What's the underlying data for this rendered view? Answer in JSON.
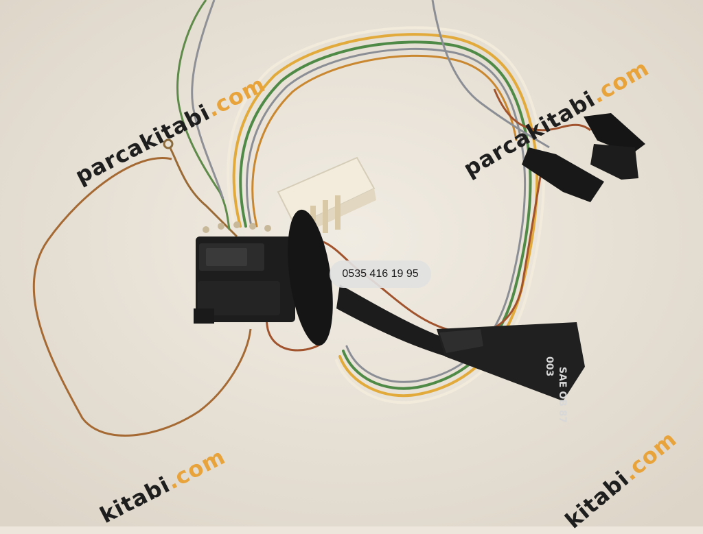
{
  "image": {
    "subject": "turn signal stalk switch with wiring harness",
    "background_color": "#ece6dc"
  },
  "phone_label": {
    "text": "0535 416 19 95"
  },
  "stalk_text": {
    "line1": "SAE OB 87",
    "line2": "003"
  },
  "watermark": {
    "domain": "parcakitabi",
    "tld": ".com"
  },
  "watermark_partial": {
    "domain": "kitabi",
    "tld": ".com"
  },
  "wire_colors": {
    "yellow": "#e1aa3a",
    "green": "#4f8a47",
    "gray": "#8b8f95",
    "white": "#f2ebdc",
    "brown": "#a0532d",
    "blue": "#2f4f8e",
    "black": "#202020"
  }
}
